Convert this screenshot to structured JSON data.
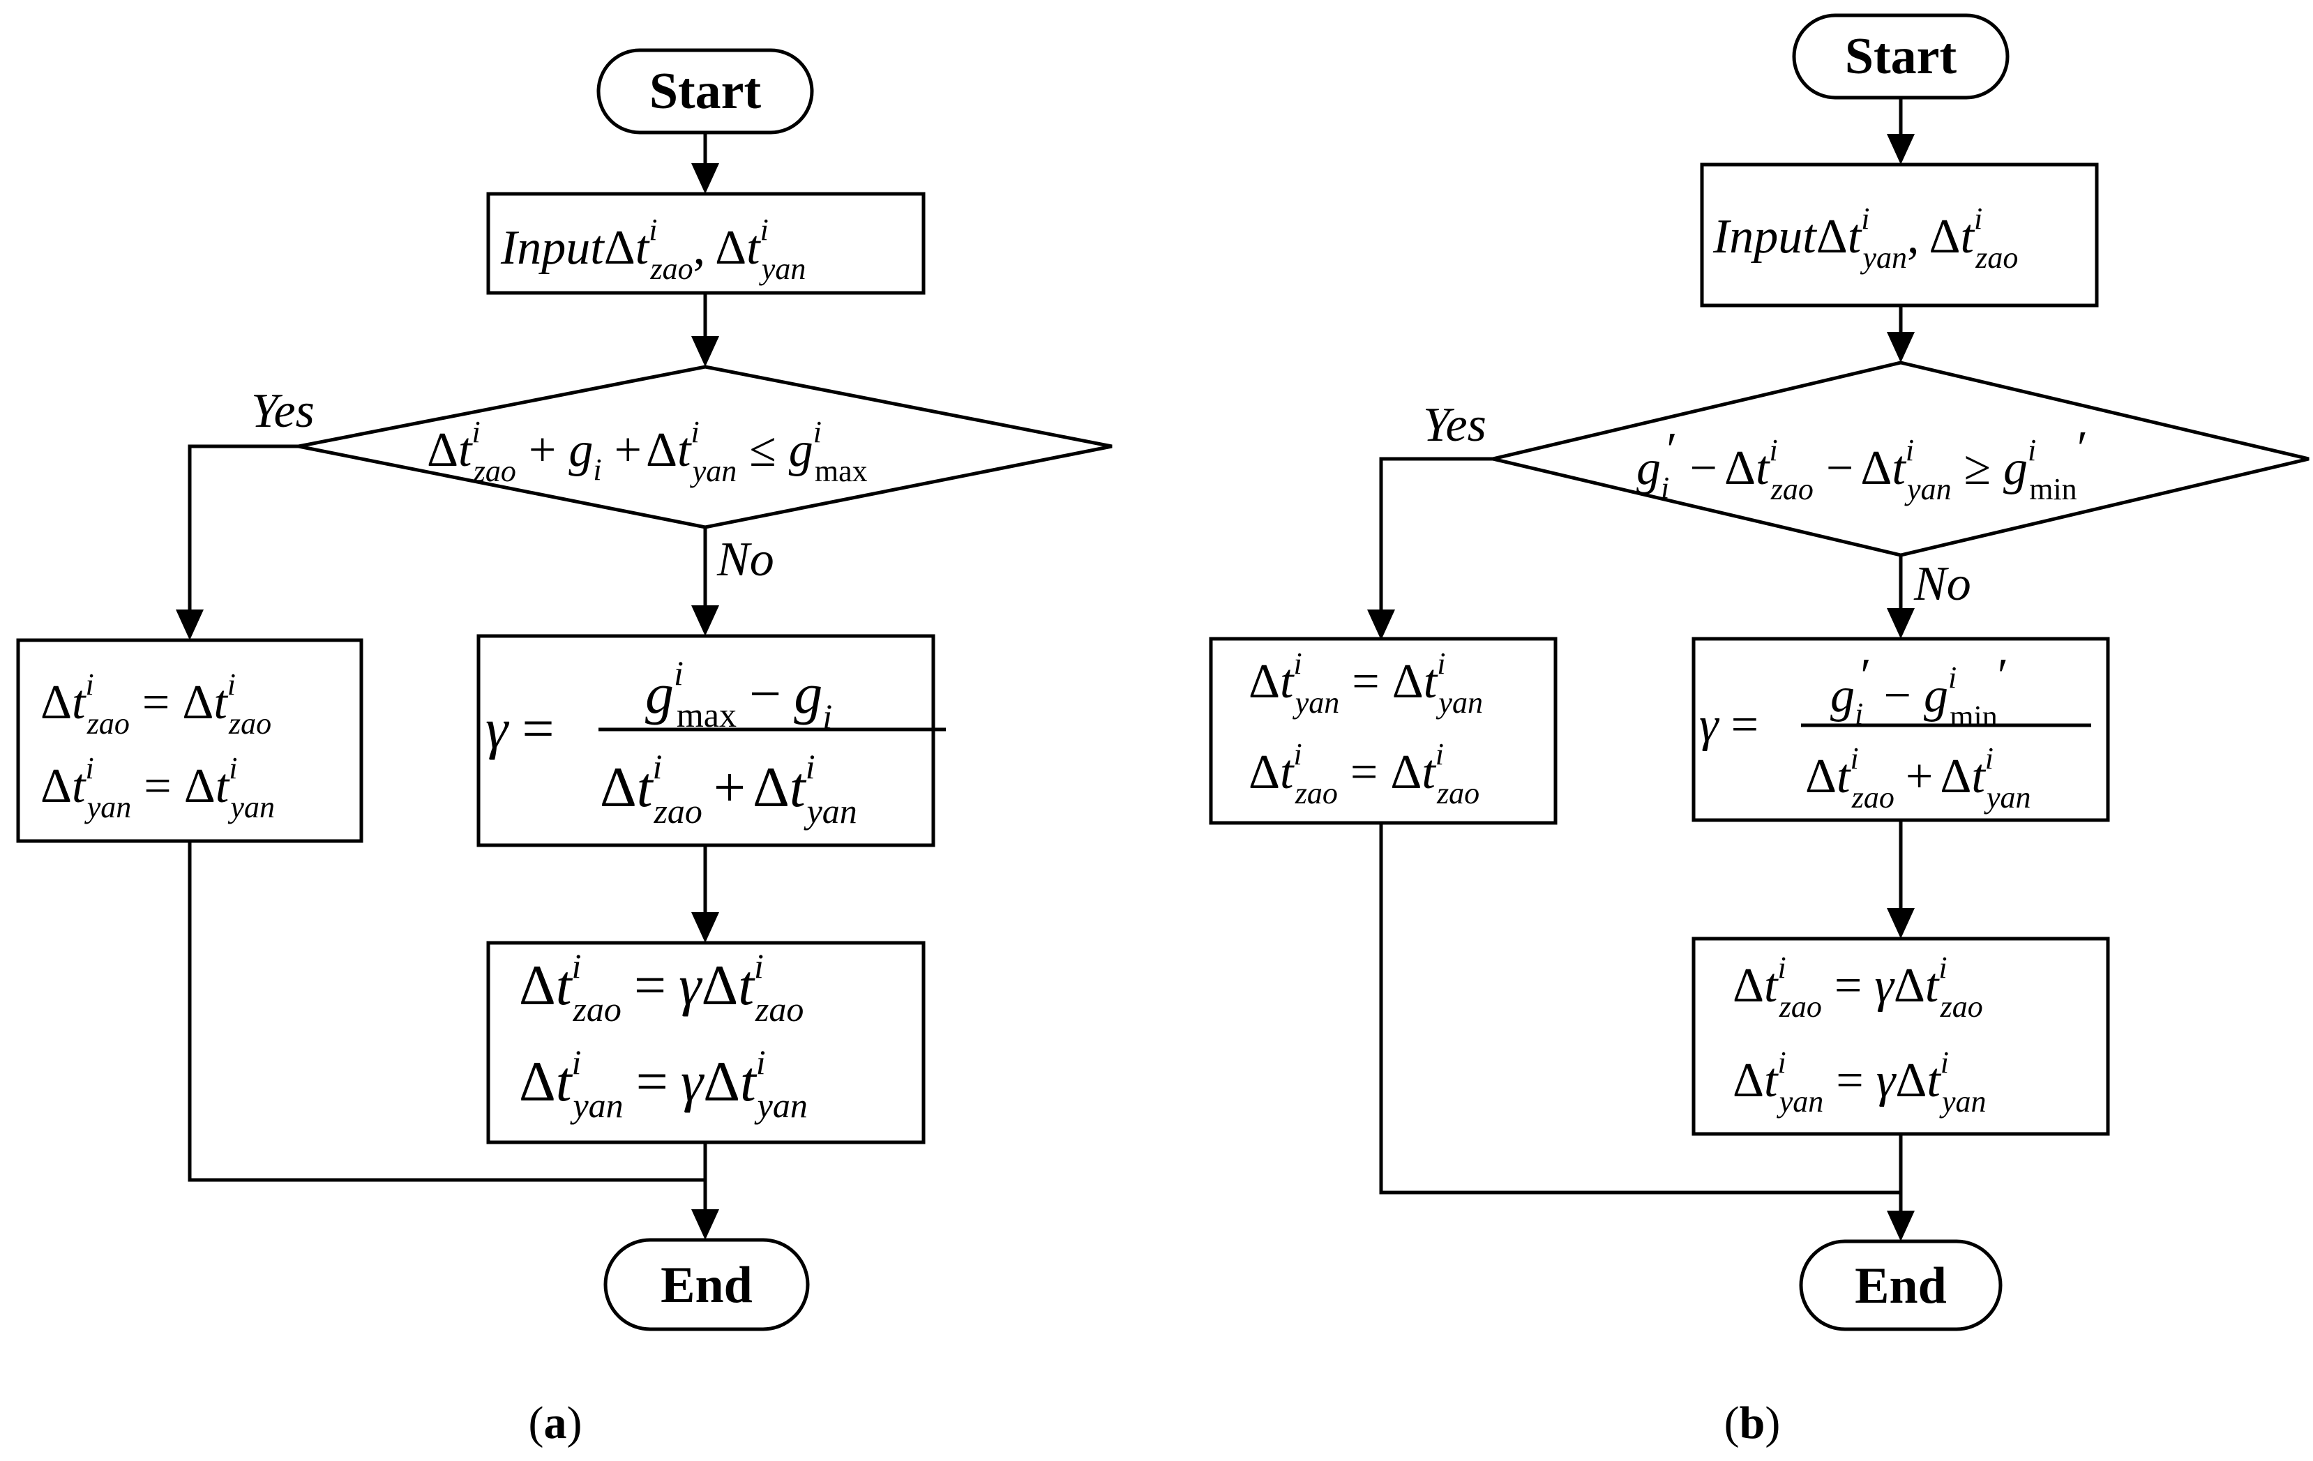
{
  "a": {
    "start": "Start",
    "end": "End",
    "yes": "Yes",
    "no": "No",
    "caption_letter": "a",
    "input": {
      "word": "Input",
      "d1": "Δ",
      "t1": "t",
      "sup1": "i",
      "sub1": "zao",
      "comma": ",",
      "d2": "Δ",
      "t2": "t",
      "sup2": "i",
      "sub2": "yan"
    },
    "condition": {
      "d": "Δ",
      "t": "t",
      "i": "i",
      "zao": "zao",
      "yan": "yan",
      "plus": "+",
      "g": "g",
      "max": "max",
      "leq": "≤"
    },
    "yes_box": {
      "d": "Δ",
      "t": "t",
      "i": "i",
      "zao": "zao",
      "yan": "yan",
      "eq": "="
    },
    "gamma_box": {
      "gamma": "γ",
      "eq": "=",
      "g": "g",
      "i": "i",
      "max": "max",
      "minus": "−",
      "d": "Δ",
      "t": "t",
      "zao": "zao",
      "yan": "yan",
      "plus": "+"
    },
    "update_box": {
      "d": "Δ",
      "t": "t",
      "i": "i",
      "zao": "zao",
      "yan": "yan",
      "eq": "=",
      "gamma": "γ"
    }
  },
  "b": {
    "start": "Start",
    "end": "End",
    "yes": "Yes",
    "no": "No",
    "caption_letter": "b",
    "input": {
      "word": "Input",
      "d1": "Δ",
      "t1": "t",
      "sup1": "i",
      "sub1": "yan",
      "comma": ",",
      "d2": "Δ",
      "t2": "t",
      "sup2": "i",
      "sub2": "zao"
    },
    "condition": {
      "g": "g",
      "i": "i",
      "prime": "′",
      "minus": "−",
      "d": "Δ",
      "t": "t",
      "zao": "zao",
      "yan": "yan",
      "geq": "≥",
      "min": "min"
    },
    "yes_box": {
      "d": "Δ",
      "t": "t",
      "i": "i",
      "zao": "zao",
      "yan": "yan",
      "eq": "="
    },
    "gamma_box": {
      "gamma": "γ",
      "eq": "=",
      "g": "g",
      "i": "i",
      "prime": "′",
      "min": "min",
      "minus": "−",
      "d": "Δ",
      "t": "t",
      "zao": "zao",
      "yan": "yan",
      "plus": "+"
    },
    "update_box": {
      "d": "Δ",
      "t": "t",
      "i": "i",
      "zao": "zao",
      "yan": "yan",
      "eq": "=",
      "gamma": "γ"
    }
  },
  "caption_open": "(",
  "caption_close": ")"
}
